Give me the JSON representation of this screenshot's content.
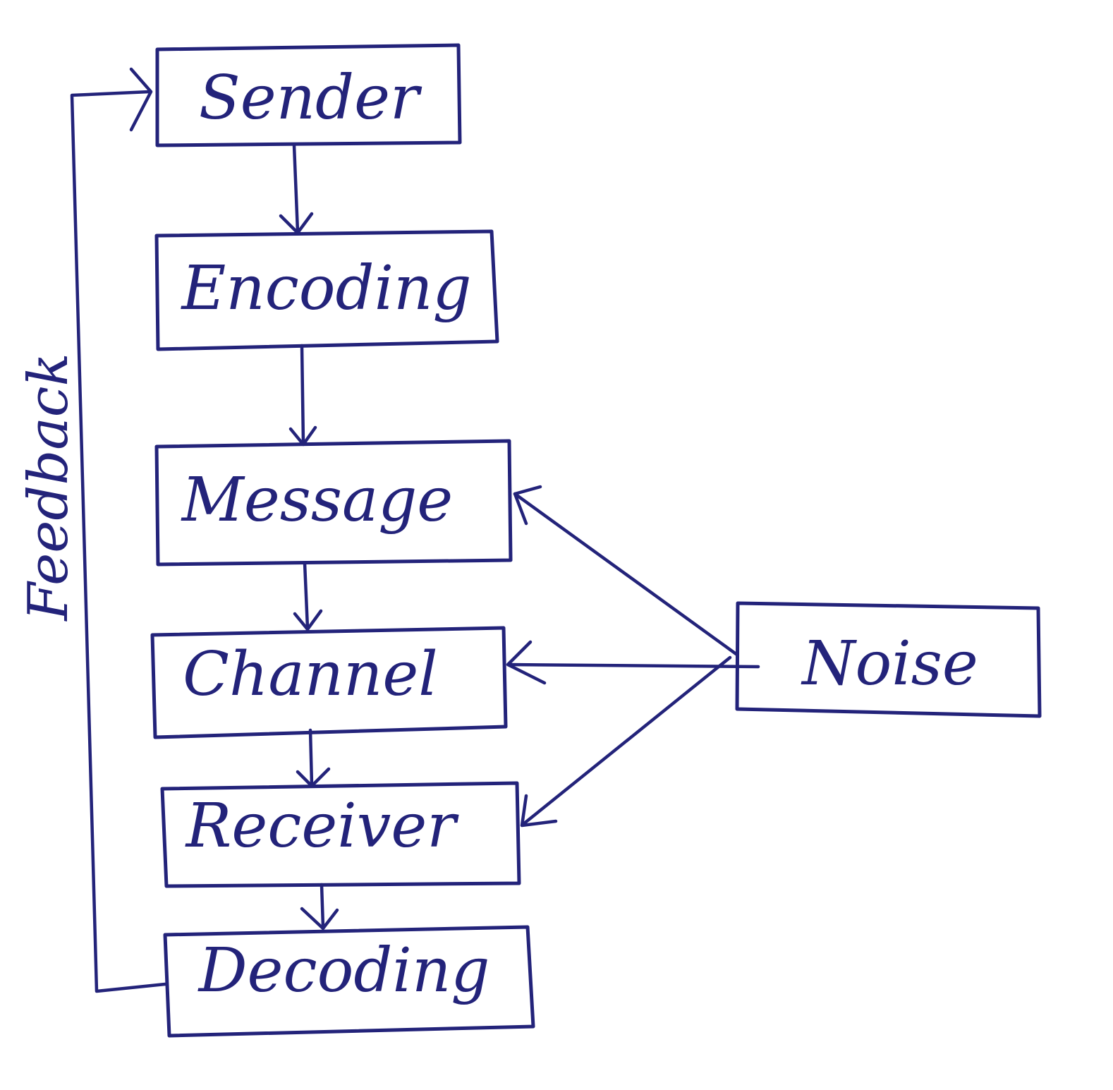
{
  "diagram": {
    "title": "",
    "nodes": {
      "sender": "Sender",
      "encoding": "Encoding",
      "message": "Message",
      "channel": "Channel",
      "receiver": "Receiver",
      "decoding": "Decoding",
      "noise": "Noise"
    },
    "feedback_label": "Feedback",
    "ink_color": "#23237a"
  }
}
